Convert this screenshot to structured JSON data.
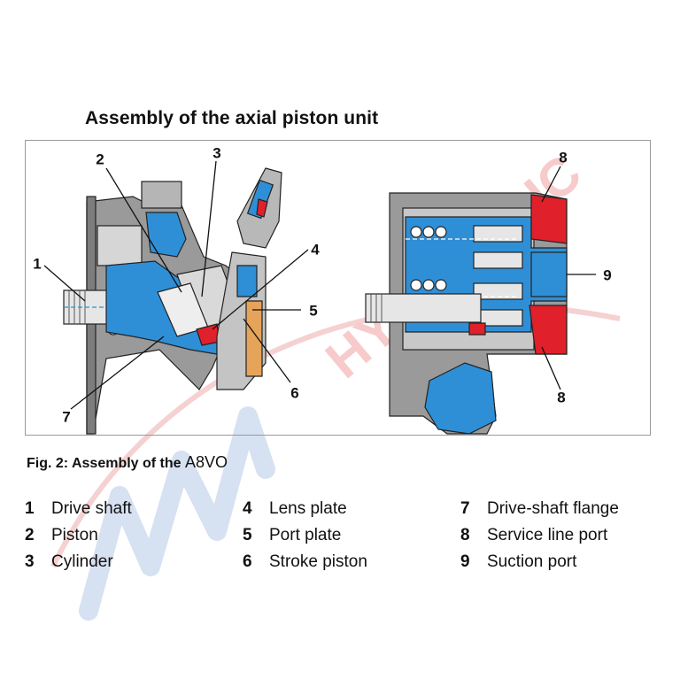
{
  "title": "Assembly of the axial piston unit",
  "caption": {
    "prefix": "Fig. 2: Assembly of the ",
    "model": "A8VO"
  },
  "callouts": [
    "1",
    "2",
    "3",
    "4",
    "5",
    "6",
    "7",
    "8",
    "8",
    "9"
  ],
  "legend": [
    {
      "num": "1",
      "label": "Drive shaft"
    },
    {
      "num": "2",
      "label": "Piston"
    },
    {
      "num": "3",
      "label": "Cylinder"
    },
    {
      "num": "4",
      "label": "Lens plate"
    },
    {
      "num": "5",
      "label": "Port plate"
    },
    {
      "num": "6",
      "label": "Stroke piston"
    },
    {
      "num": "7",
      "label": "Drive-shaft flange"
    },
    {
      "num": "8",
      "label": "Service line port"
    },
    {
      "num": "9",
      "label": "Suction port"
    }
  ],
  "watermark": {
    "text": "HYDRAULIC"
  },
  "colors": {
    "oil_blue": "#2f8fd6",
    "high_pressure_red": "#e0202a",
    "housing_gray": "#8c8c8c",
    "light_gray": "#cfcfcf",
    "outline": "#222222",
    "frame": "#9a9a9a",
    "watermark_red": "#f2b8b8",
    "watermark_blue": "#c9d9ee"
  }
}
